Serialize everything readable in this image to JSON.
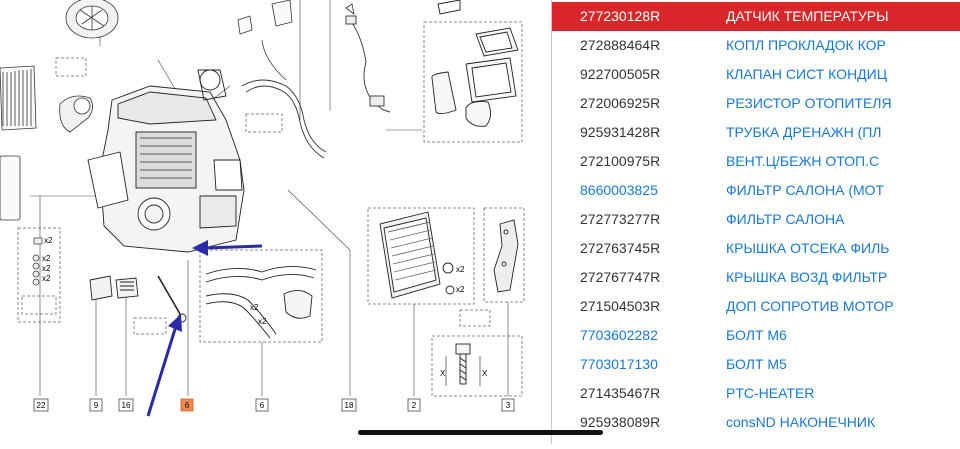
{
  "diagram": {
    "callouts": [
      "22",
      "9",
      "16",
      "6",
      "6",
      "18",
      "2",
      "3"
    ],
    "highlight_color": "#f08a4b",
    "arrow_color": "#2a2aa8",
    "qty_labels": [
      "x2",
      "x2",
      "x2",
      "x2",
      "x2",
      "x2",
      "x2",
      "x2"
    ],
    "axis_labels": [
      "X",
      "X"
    ]
  },
  "parts": {
    "selected_color": "#d8262a",
    "link_color": "#1a78d2",
    "rows": [
      {
        "number": "277230128R",
        "description": "ДАТЧИК ТЕМПЕРАТУРЫ",
        "selected": true,
        "number_is_link": false
      },
      {
        "number": "272888464R",
        "description": "КОПЛ ПРОКЛАДОК КОР",
        "selected": false,
        "number_is_link": false
      },
      {
        "number": "922700505R",
        "description": "КЛАПАН СИСТ КОНДИЦ",
        "selected": false,
        "number_is_link": false
      },
      {
        "number": "272006925R",
        "description": "РЕЗИСТОР ОТОПИТЕЛЯ",
        "selected": false,
        "number_is_link": false
      },
      {
        "number": "925931428R",
        "description": "ТРУБКА ДРЕНАЖН (ПЛ",
        "selected": false,
        "number_is_link": false
      },
      {
        "number": "272100975R",
        "description": "ВЕНТ.Ц/БЕЖН ОТОП.С",
        "selected": false,
        "number_is_link": false
      },
      {
        "number": "8660003825",
        "description": "ФИЛЬТР САЛОНА (МОТ",
        "selected": false,
        "number_is_link": true
      },
      {
        "number": "272773277R",
        "description": "ФИЛЬТР САЛОНА",
        "selected": false,
        "number_is_link": false
      },
      {
        "number": "272763745R",
        "description": "КРЫШКА ОТСЕКА ФИЛЬ",
        "selected": false,
        "number_is_link": false
      },
      {
        "number": "272767747R",
        "description": "КРЫШКА ВОЗД ФИЛЬТР",
        "selected": false,
        "number_is_link": false
      },
      {
        "number": "271504503R",
        "description": "ДОП СОПРОТИВ МОТОР",
        "selected": false,
        "number_is_link": false
      },
      {
        "number": "7703602282",
        "description": "БОЛТ М6",
        "selected": false,
        "number_is_link": true
      },
      {
        "number": "7703017130",
        "description": "БОЛТ М5",
        "selected": false,
        "number_is_link": true
      },
      {
        "number": "271435467R",
        "description": "PTC-HEATER",
        "selected": false,
        "number_is_link": false
      },
      {
        "number": "925938089R",
        "description": "consND НАКОНЕЧНИК",
        "selected": false,
        "number_is_link": false
      }
    ]
  }
}
